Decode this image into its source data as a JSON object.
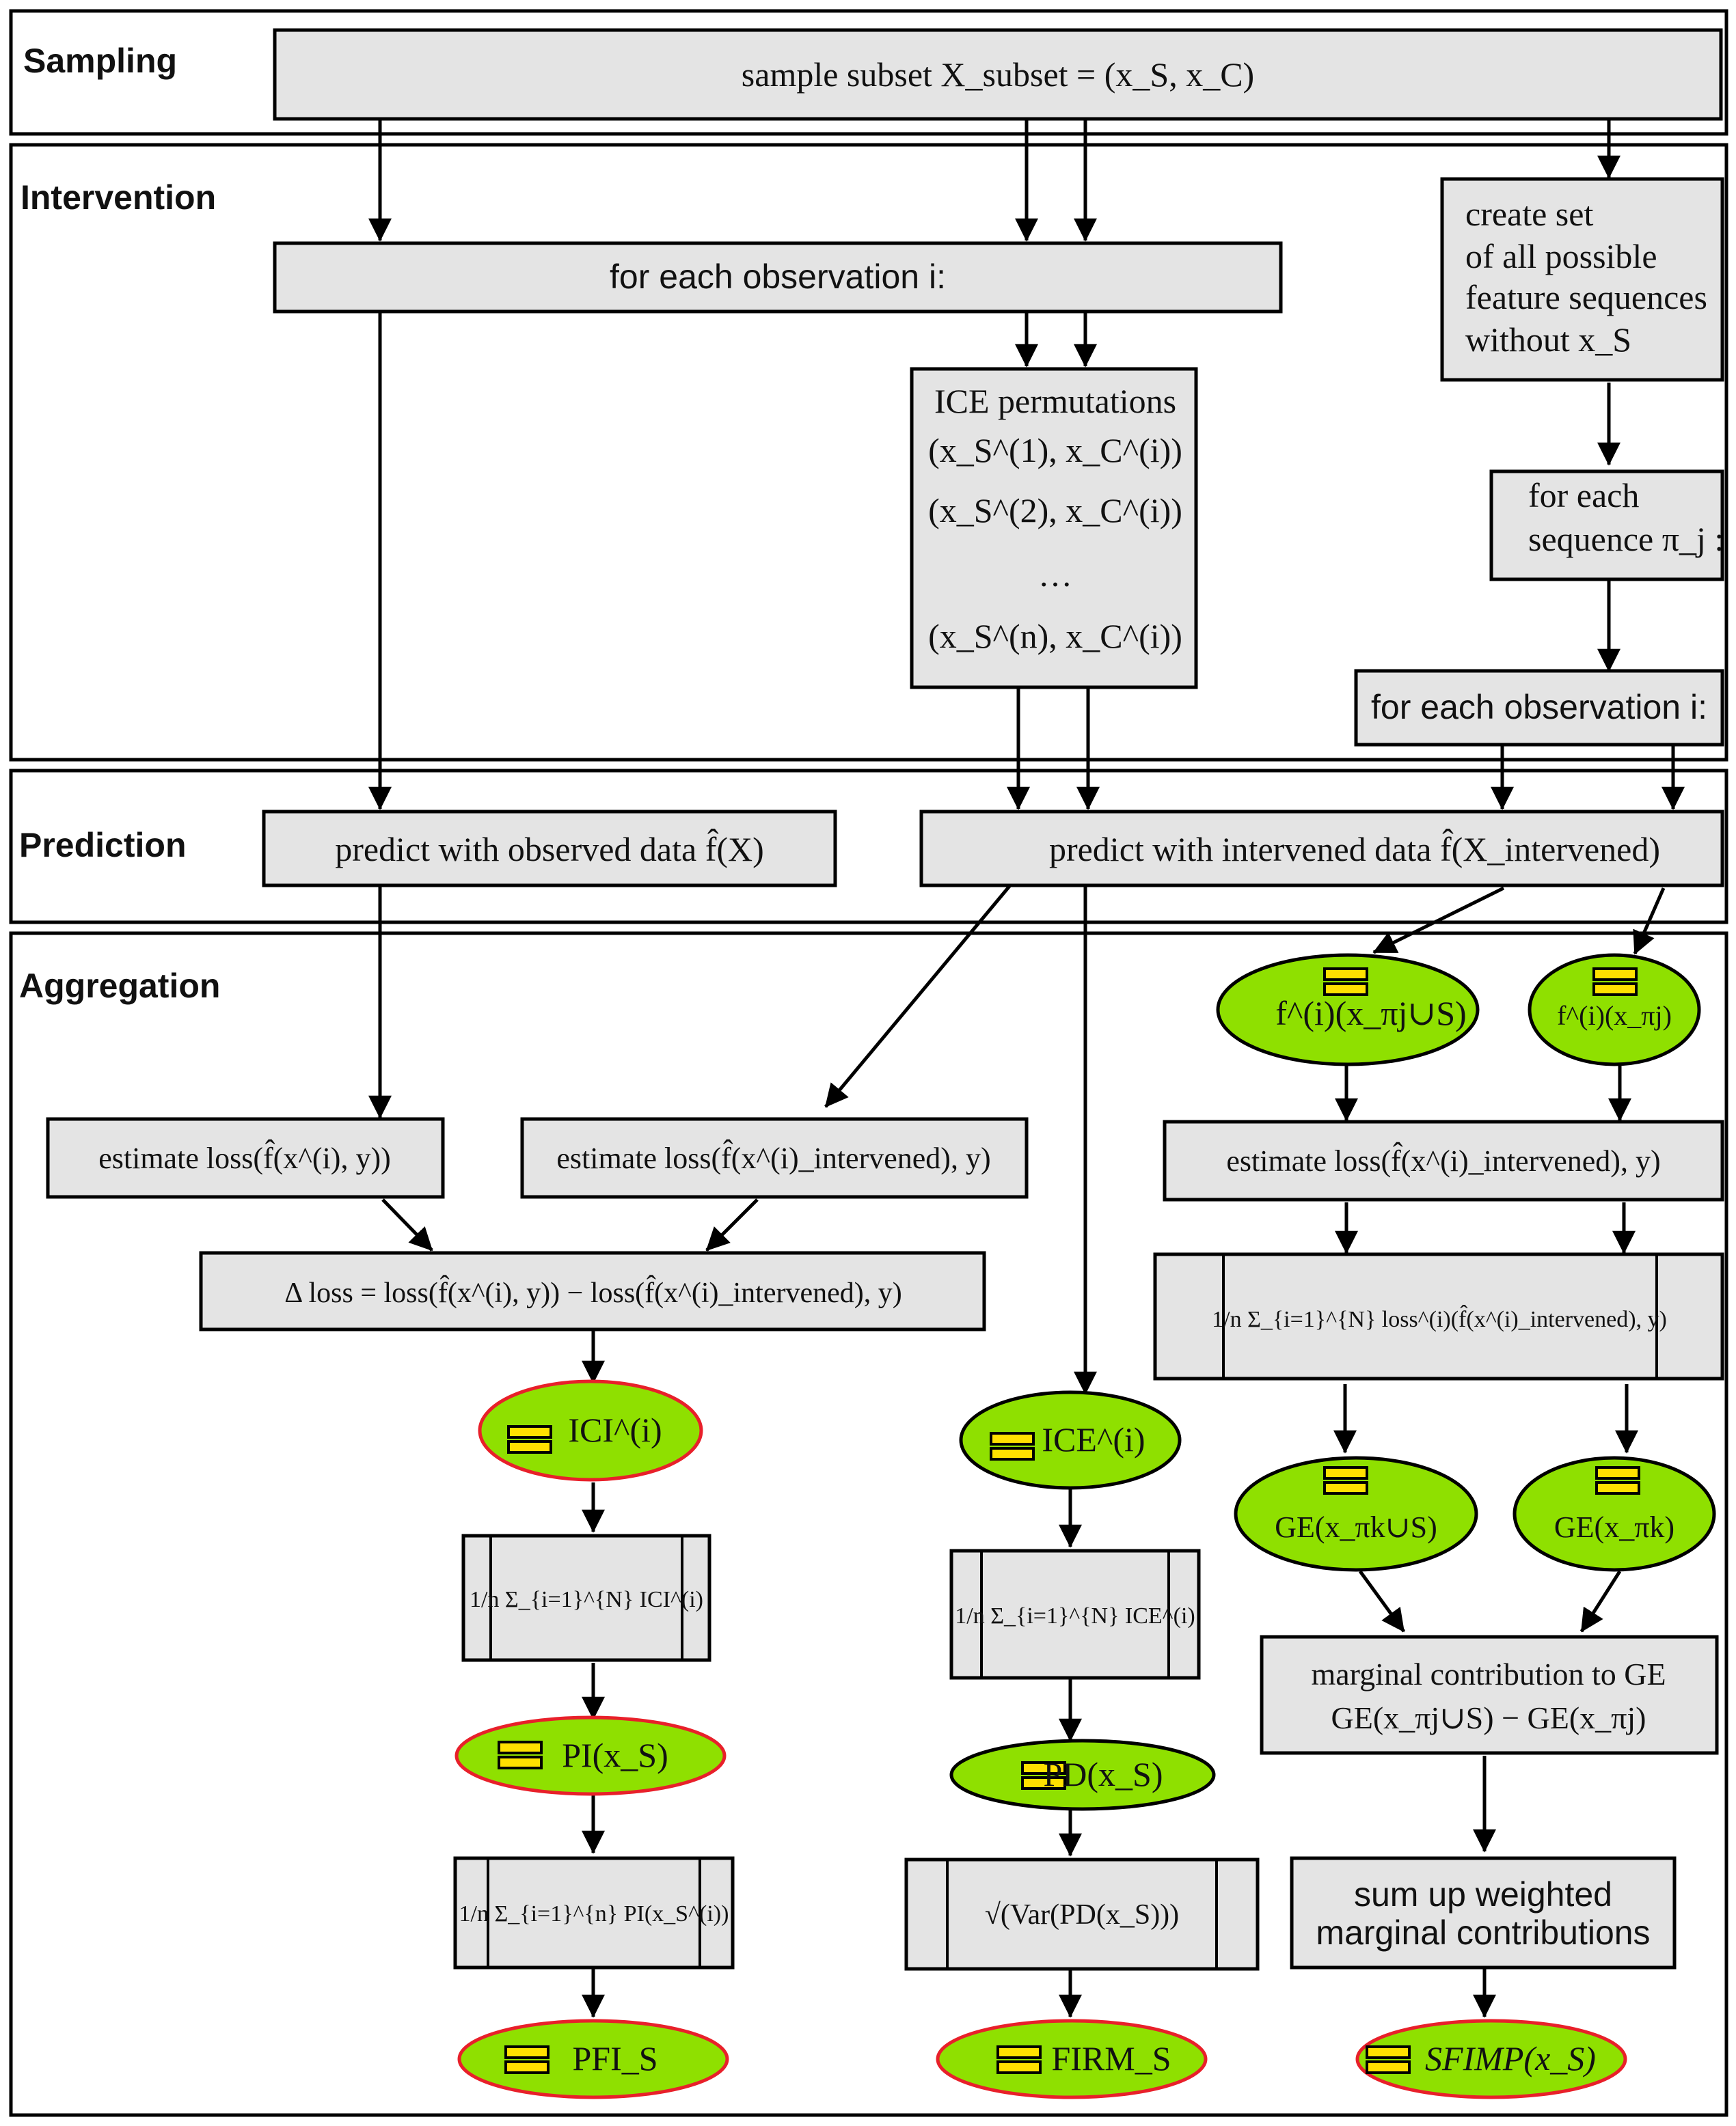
{
  "sections": {
    "sampling": "Sampling",
    "intervention": "Intervention",
    "prediction": "Prediction",
    "aggregation": "Aggregation"
  },
  "nodes": {
    "sample_subset": "sample subset X_subset = (x_S, x_C)",
    "for_each_obs_1": "for each observation i:",
    "create_set_1": "create set",
    "create_set_2": "of all possible",
    "create_set_3": "feature sequences",
    "create_set_4": "without x_S",
    "ice_title": "ICE permutations",
    "ice_row_1": "(x_S^(1), x_C^(i))",
    "ice_row_2": "(x_S^(2), x_C^(i))",
    "ice_dots": "…",
    "ice_row_n": "(x_S^(n), x_C^(i))",
    "for_each_seq_1": "for each",
    "for_each_seq_2": "sequence π_j :",
    "for_each_obs_2": "for each observation i:",
    "predict_observed": "predict with observed data f̂(X)",
    "predict_intervened": "predict with intervened data f̂(X_intervened)",
    "estimate_loss_obs": "estimate loss(f̂(x^(i), y))",
    "estimate_loss_int": "estimate loss(f̂(x^(i)_intervened), y)",
    "estimate_loss_right": "estimate loss(f̂(x^(i)_intervened), y)",
    "delta_loss": "Δ loss = loss(f̂(x^(i), y)) − loss(f̂(x^(i)_intervened), y)",
    "f_union": "f^(i)(x_πj∪S)",
    "f_pi": "f^(i)(x_πj)",
    "mean_loss": "1/n Σ_{i=1}^{N} loss^(i)(f̂(x^(i)_intervened), y)",
    "ici": "ICI^(i)",
    "ice": "ICE^(i)",
    "ge_union": "GE(x_πk∪S)",
    "ge_pi": "GE(x_πk)",
    "mean_ici": "1/n Σ_{i=1}^{N} ICI^(i)",
    "mean_ice": "1/n Σ_{i=1}^{N} ICE^(i)",
    "marginal_1": "marginal contribution to GE",
    "marginal_2": "GE(x_πj∪S) − GE(x_πj)",
    "pi": "PI(x_S)",
    "pd": "PD(x_S)",
    "mean_pi": "1/n Σ_{i=1}^{n} PI(x_S^(i))",
    "sqrt_var": "√(Var(PD(x_S)))",
    "sum_up_1": "sum up weighted",
    "sum_up_2": "marginal contributions",
    "pfi": "PFI_S",
    "firm": "FIRM_S",
    "sfimp": "SFIMP(x_S)"
  },
  "colors": {
    "box_fill": "#e4e4e4",
    "ellipse_fill": "#8fe000",
    "ellipse_red_border": "#e8202a",
    "data_icon": "#ffe000"
  }
}
